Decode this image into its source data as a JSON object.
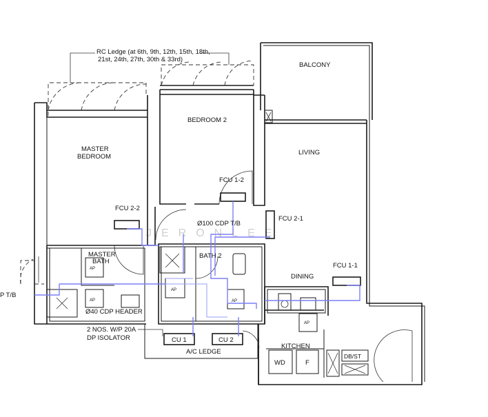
{
  "colors": {
    "wall": "#1a1a1a",
    "pipe": "#7b7ff5",
    "watermark": "#cfcfcf"
  },
  "labels": {
    "rc_ledge_line1": "RC Ledge (at 6th, 9th, 12th, 15th, 18th,",
    "rc_ledge_line2": "21st, 24th, 27th, 30th & 33rd)",
    "balcony": "BALCONY",
    "bedroom2": "BEDROOM 2",
    "living": "LIVING",
    "master_bedroom_line1": "MASTER",
    "master_bedroom_line2": "BEDROOM",
    "fcu_1_2": "FCU 1-2",
    "fcu_2_2": "FCU 2-2",
    "fcu_2_1": "FCU 2-1",
    "fcu_1_1": "FCU 1-1",
    "cdp_tb": "Ø100 CDP T/B",
    "master_bath_line1": "MASTER",
    "master_bath_line2": "BATH",
    "bath2": "BATH 2",
    "dining": "DINING",
    "left_tb": "P T/B",
    "cdp_header": "Ø40 CDP HEADER",
    "isolator_line1": "2 NOS. W/P 20A",
    "isolator_line2": "DP ISOLATOR",
    "cu1": "CU 1",
    "cu2": "CU 2",
    "ac_ledge": "A/C LEDGE",
    "kitchen": "KITCHEN",
    "wd": "WD",
    "fridge": "F",
    "dbst": "DB/ST",
    "watermark": "JERONLEE",
    "drain_tag": "AP"
  }
}
